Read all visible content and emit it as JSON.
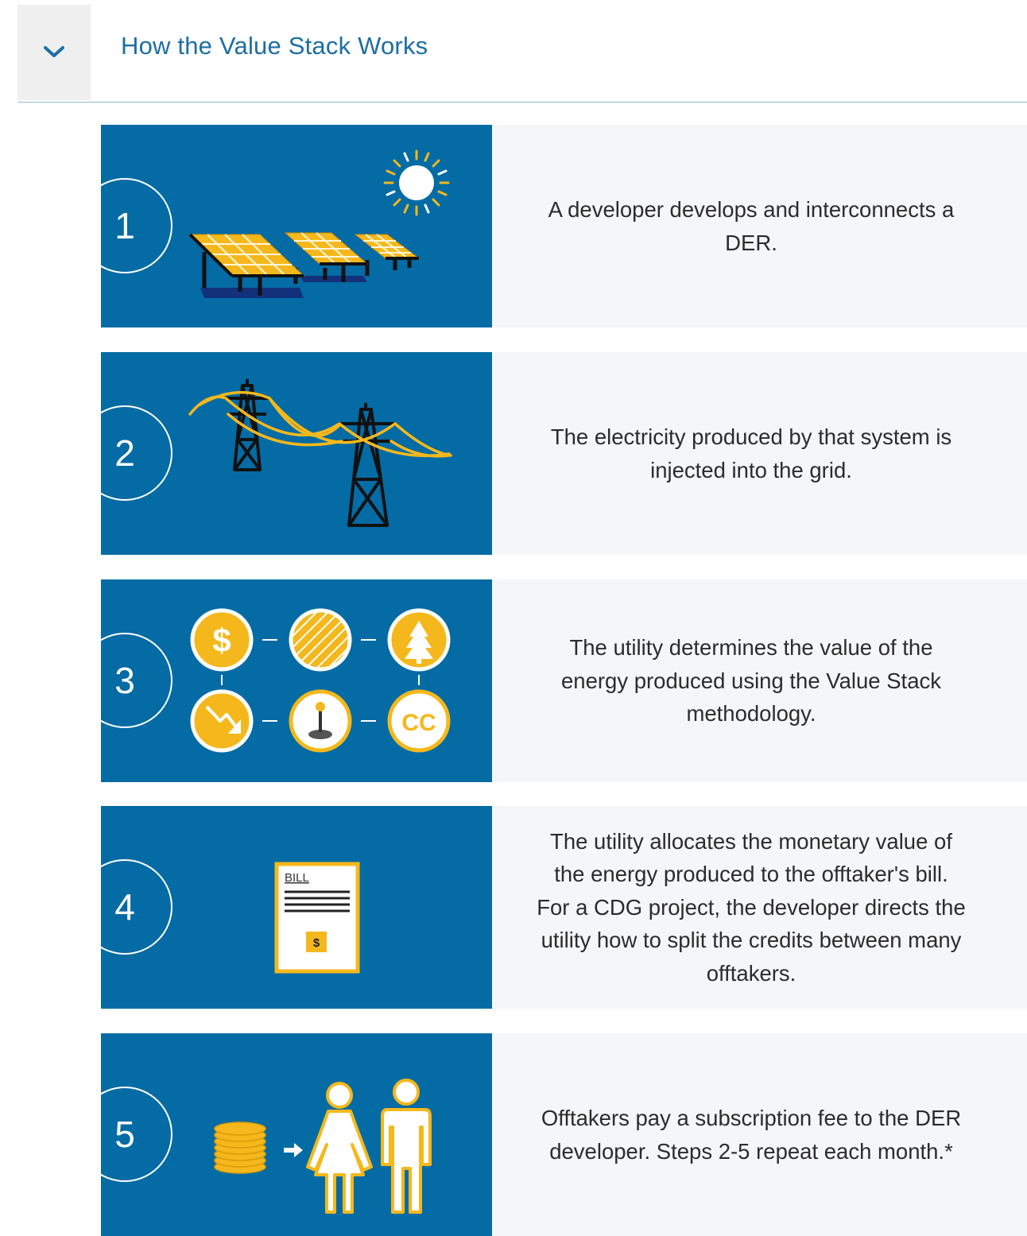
{
  "header": {
    "title": "How the Value Stack Works",
    "toggle_icon": "chevron-down-icon",
    "accent_color": "#1d6ea3"
  },
  "colors": {
    "panel_blue": "#046ba4",
    "gold": "#f5b81c",
    "text_bg": "#f5f6f8"
  },
  "steps": [
    {
      "number": "1",
      "text": "A developer develops and interconnects a DER.",
      "icon": "solar-panels-icon"
    },
    {
      "number": "2",
      "text": "The electricity produced by that system is injected into the grid.",
      "icon": "power-lines-icon"
    },
    {
      "number": "3",
      "text": "The utility determines the value of the energy produced using the Value Stack methodology.",
      "icon": "value-stack-icons"
    },
    {
      "number": "4",
      "text": "The utility allocates the monetary value of the energy produced to the offtaker's bill. For a CDG project, the developer directs the utility how to split the credits between many offtakers.",
      "icon": "bill-icon",
      "bill_label": "BILL",
      "bill_symbol": "$"
    },
    {
      "number": "5",
      "text": "Offtakers pay a subscription fee to the DER developer. Steps 2-5 repeat each month.*",
      "icon": "coins-to-people-icon"
    }
  ],
  "stack_icons": {
    "dollar": "$",
    "cc": "CC"
  }
}
